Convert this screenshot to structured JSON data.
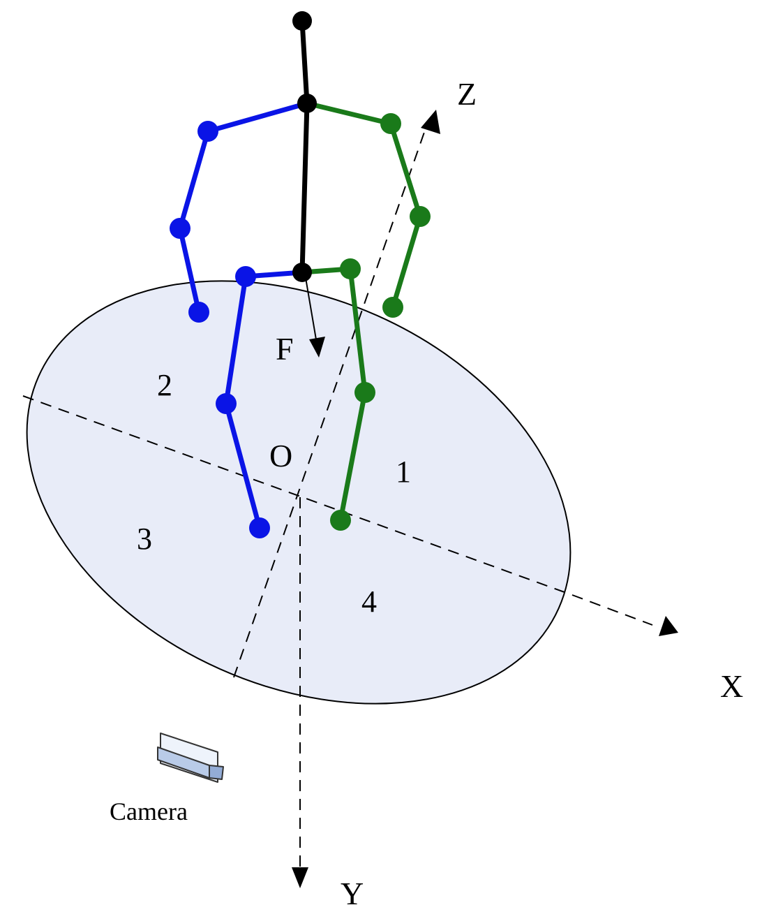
{
  "axes": {
    "x_label": "X",
    "y_label": "Y",
    "z_label": "Z",
    "origin_label": "O",
    "force_label": "F"
  },
  "quadrants": [
    "1",
    "2",
    "3",
    "4"
  ],
  "camera_label": "Camera",
  "colors": {
    "plate_fill": "#e8ecf8",
    "left_limbs": "#0a14e6",
    "right_limbs": "#1a7a1a",
    "spine": "#000000",
    "camera_fill": "#b9cbe8"
  }
}
